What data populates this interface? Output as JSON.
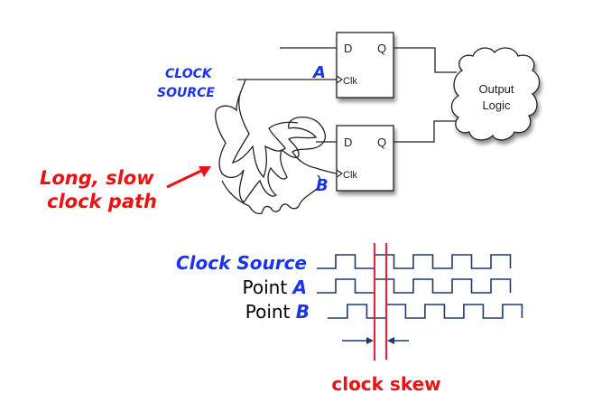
{
  "diagram": {
    "clock_source_label_line1": "CLOCK",
    "clock_source_label_line2": "SOURCE",
    "long_path_label_line1": "Long, slow",
    "long_path_label_line2": "clock path",
    "point_a_marker": "A",
    "point_b_marker": "B",
    "flipflops": [
      {
        "d_label": "D",
        "q_label": "Q",
        "clk_label": "Clk"
      },
      {
        "d_label": "D",
        "q_label": "Q",
        "clk_label": "Clk"
      }
    ],
    "output_logic_line1": "Output",
    "output_logic_line2": "Logic"
  },
  "timing": {
    "signals": [
      {
        "name": "Clock Source",
        "prefix": "",
        "suffix": "",
        "delay_fraction_of_period": 0
      },
      {
        "name": "Point A",
        "prefix": "Point",
        "suffix": "A",
        "delay_fraction_of_period": 0
      },
      {
        "name": "Point B",
        "prefix": "Point",
        "suffix": "B",
        "delay_fraction_of_period": 0.3
      }
    ],
    "clock_source_label": "Clock Source",
    "cycles_shown": 5,
    "skew_label": "clock skew"
  },
  "colors": {
    "blue_label": "#1a33ee",
    "red_label": "#ee1111",
    "waveform": "#1f3a6e",
    "skew_marker": "#e0283c"
  }
}
